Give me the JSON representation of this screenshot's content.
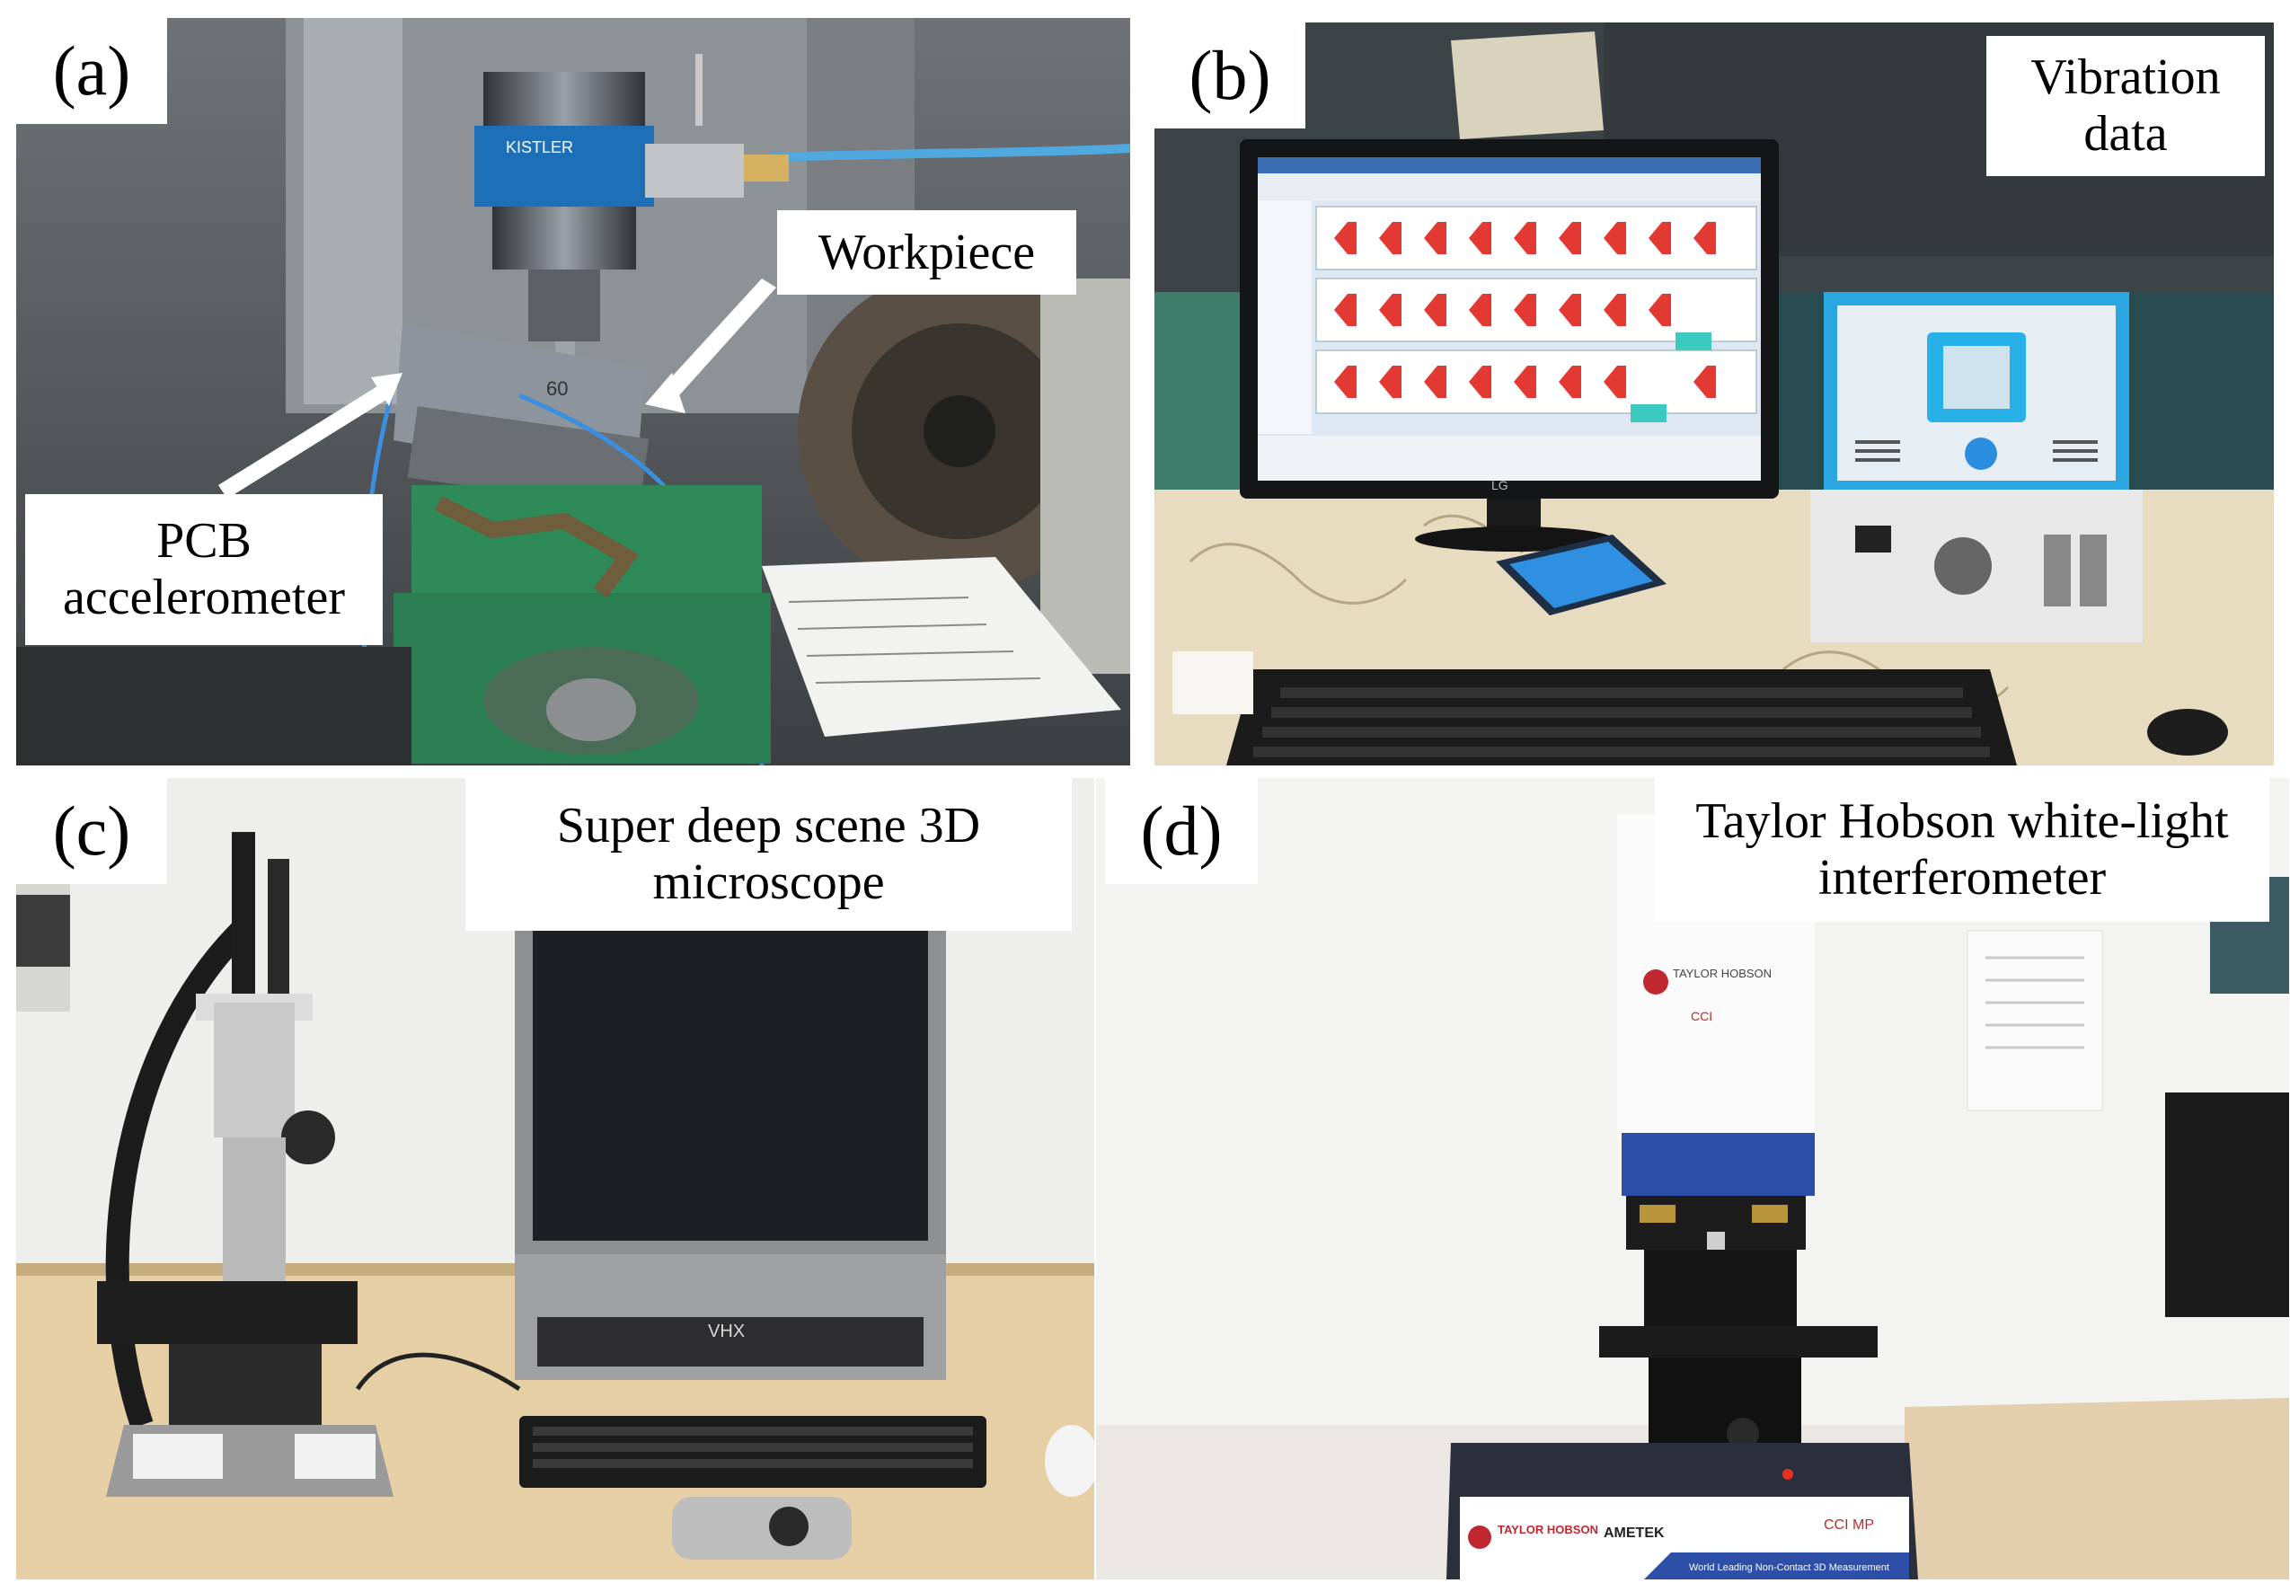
{
  "panels": [
    {
      "letter": "(a)",
      "callouts": {
        "workpiece": "Workpiece",
        "sensor_line1": "PCB",
        "sensor_line2": "accelerometer"
      },
      "embedded_text": {
        "spindle_brand": "KISTLER",
        "workpiece_mark": "60"
      }
    },
    {
      "letter": "(b)",
      "caption_line1": "Vibration",
      "caption_line2": "data",
      "embedded_text": {
        "monitor_brand": "LG"
      }
    },
    {
      "letter": "(c)",
      "caption_line1": "Super deep scene 3D",
      "caption_line2": "microscope",
      "embedded_text": {
        "unit_logo": "VHX"
      }
    },
    {
      "letter": "(d)",
      "caption_line1": "Taylor Hobson white-light",
      "caption_line2": "interferometer",
      "embedded_text": {
        "head_brand": "TAYLOR HOBSON",
        "head_model": "CCI",
        "base_brand": "TAYLOR HOBSON",
        "base_company": "AMETEK",
        "base_model": "CCI MP",
        "base_tagline": "World Leading Non-Contact 3D Measurement"
      }
    }
  ],
  "colors": {
    "machine_grey": "#8b8f93",
    "vise_green": "#2f8a5a",
    "rust": "#8a4a2e",
    "screen_dark": "#1d1f22",
    "plot_red": "#e23a32",
    "analyzer_blue": "#2aa7e0",
    "desk_wood": "#e6cfa4",
    "wall_white": "#eeeeee",
    "hobson_blue": "#2d4fa8",
    "arrow_white": "#ffffff"
  }
}
